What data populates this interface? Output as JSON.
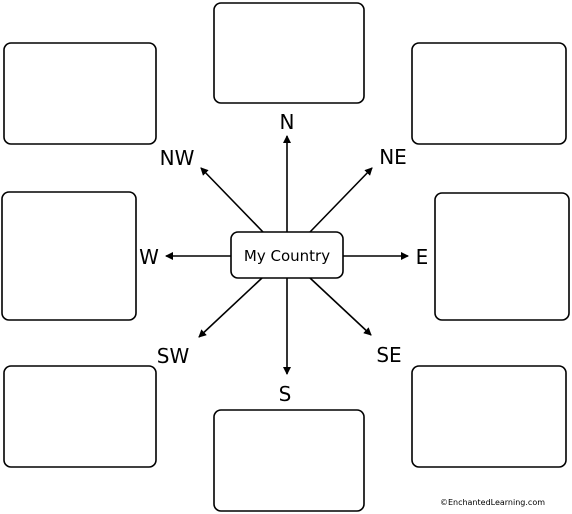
{
  "center": {
    "label": "My Country"
  },
  "directions": {
    "n": "N",
    "ne": "NE",
    "e": "E",
    "se": "SE",
    "s": "S",
    "sw": "SW",
    "w": "W",
    "nw": "NW"
  },
  "credit": "©EnchantedLearning.com"
}
